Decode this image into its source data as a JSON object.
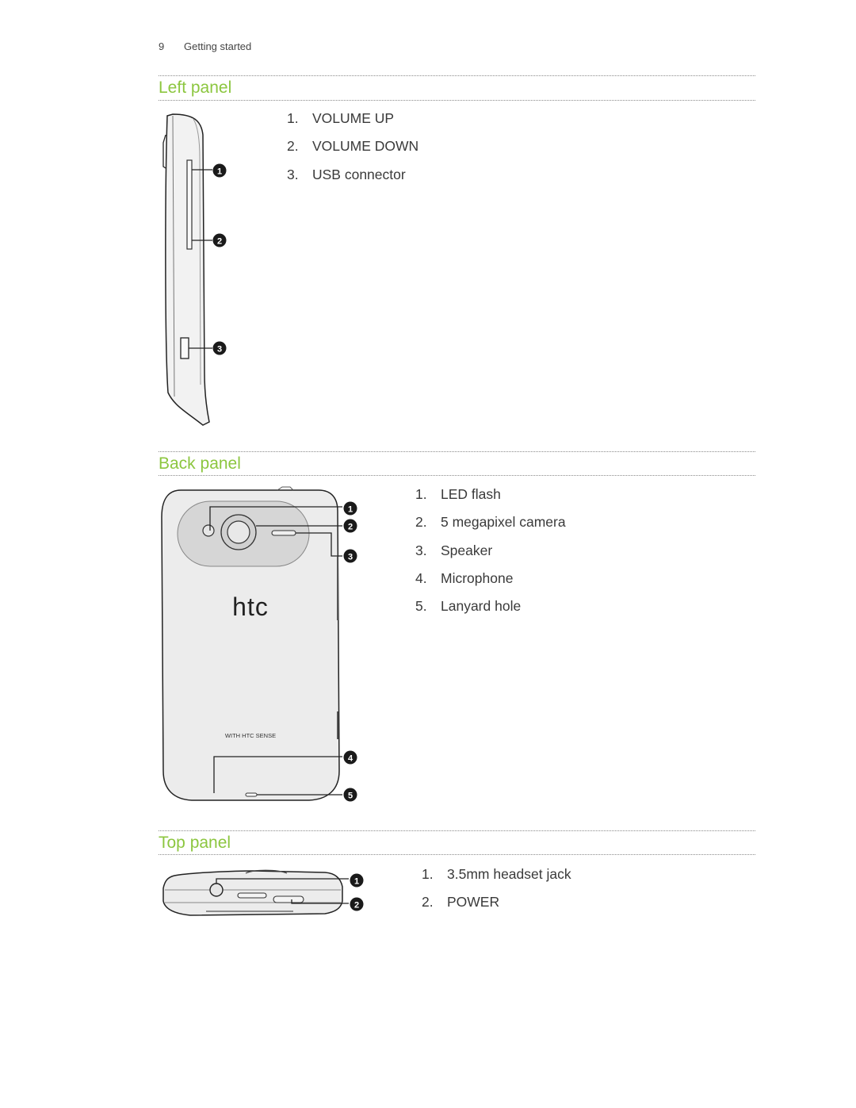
{
  "header": {
    "page_number": "9",
    "chapter": "Getting started"
  },
  "sections": {
    "left": {
      "title": "Left panel",
      "items": [
        {
          "num": "1.",
          "label": "VOLUME UP"
        },
        {
          "num": "2.",
          "label": "VOLUME DOWN"
        },
        {
          "num": "3.",
          "label": "USB connector"
        }
      ],
      "callouts": [
        "1",
        "2",
        "3"
      ]
    },
    "back": {
      "title": "Back panel",
      "items": [
        {
          "num": "1.",
          "label": "LED flash"
        },
        {
          "num": "2.",
          "label": "5 megapixel camera"
        },
        {
          "num": "3.",
          "label": "Speaker"
        },
        {
          "num": "4.",
          "label": "Microphone"
        },
        {
          "num": "5.",
          "label": "Lanyard hole"
        }
      ],
      "callouts": [
        "1",
        "2",
        "3",
        "4",
        "5"
      ],
      "logo_text": "htc",
      "sense_text": "WITH HTC SENSE"
    },
    "top": {
      "title": "Top panel",
      "items": [
        {
          "num": "1.",
          "label": "3.5mm headset jack"
        },
        {
          "num": "2.",
          "label": "POWER"
        }
      ],
      "callouts": [
        "1",
        "2"
      ]
    }
  },
  "colors": {
    "heading": "#8cc63f",
    "text": "#3a3a3a",
    "callout": "#1a1a1a"
  }
}
